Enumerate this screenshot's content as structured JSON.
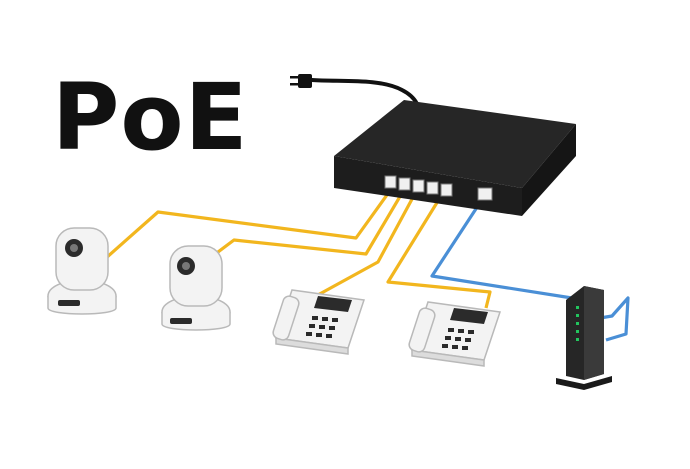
{
  "diagram": {
    "title": "PoE",
    "devices": [
      {
        "id": "poe-switch",
        "kind": "switch"
      },
      {
        "id": "ip-camera-1",
        "kind": "camera"
      },
      {
        "id": "ip-camera-2",
        "kind": "camera"
      },
      {
        "id": "ip-phone-1",
        "kind": "phone"
      },
      {
        "id": "ip-phone-2",
        "kind": "phone"
      },
      {
        "id": "router",
        "kind": "router"
      }
    ],
    "connections": [
      {
        "from": "poe-switch",
        "to": "ip-camera-1",
        "type": "poe"
      },
      {
        "from": "poe-switch",
        "to": "ip-camera-2",
        "type": "poe"
      },
      {
        "from": "poe-switch",
        "to": "ip-phone-1",
        "type": "poe"
      },
      {
        "from": "poe-switch",
        "to": "ip-phone-2",
        "type": "poe"
      },
      {
        "from": "poe-switch",
        "to": "router",
        "type": "uplink"
      }
    ],
    "colors": {
      "poe_cable": "#F2B61E",
      "uplink_cable": "#4A8FD6",
      "switch_body": "#262626",
      "device_body": "#F3F3F3",
      "outline": "#B9B9B9",
      "led": "#22C55E"
    }
  }
}
